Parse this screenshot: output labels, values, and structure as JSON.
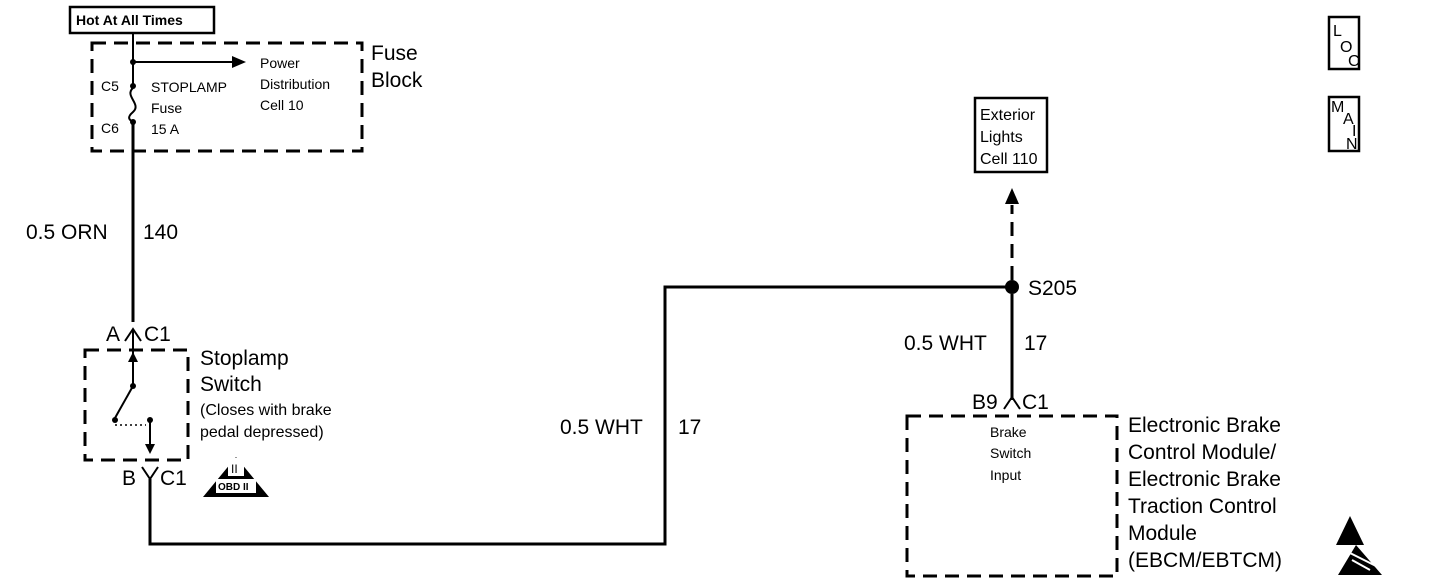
{
  "hot_label": "Hot At All Times",
  "fuse_block": {
    "title_line1": "Fuse",
    "title_line2": "Block",
    "c5": "C5",
    "c6": "C6",
    "fuse_name_line1": "STOPLAMP",
    "fuse_name_line2": "Fuse",
    "fuse_rating": "15 A",
    "power_dist_line1": "Power",
    "power_dist_line2": "Distribution",
    "power_dist_line3": "Cell 10"
  },
  "wire_top": {
    "gauge_color": "0.5 ORN",
    "circuit": "140"
  },
  "stoplamp_switch": {
    "pin_a": "A",
    "conn_a": "C1",
    "pin_b": "B",
    "conn_b": "C1",
    "title_line1": "Stoplamp",
    "title_line2": "Switch",
    "note_line1": "(Closes with brake",
    "note_line2": "pedal depressed)",
    "obd_badge_top": "II",
    "obd_badge_text": "OBD II"
  },
  "wire_mid": {
    "gauge_color": "0.5 WHT",
    "circuit": "17"
  },
  "splice": {
    "label": "S205"
  },
  "wire_right": {
    "gauge_color": "0.5 WHT",
    "circuit": "17"
  },
  "exterior_lights": {
    "line1": "Exterior",
    "line2": "Lights",
    "line3": "Cell 110"
  },
  "ebcm": {
    "pin": "B9",
    "conn": "C1",
    "input_line1": "Brake",
    "input_line2": "Switch",
    "input_line3": "Input",
    "title_line1": "Electronic Brake",
    "title_line2": "Control Module/",
    "title_line3": "Electronic Brake",
    "title_line4": "Traction Control",
    "title_line5": "Module",
    "title_line6": "(EBCM/EBTCM)"
  },
  "loc_button": {
    "l1": "L",
    "l2": "O",
    "l3": "C"
  },
  "main_button": {
    "l1": "M",
    "l2": "A",
    "l3": "I",
    "l4": "N"
  }
}
